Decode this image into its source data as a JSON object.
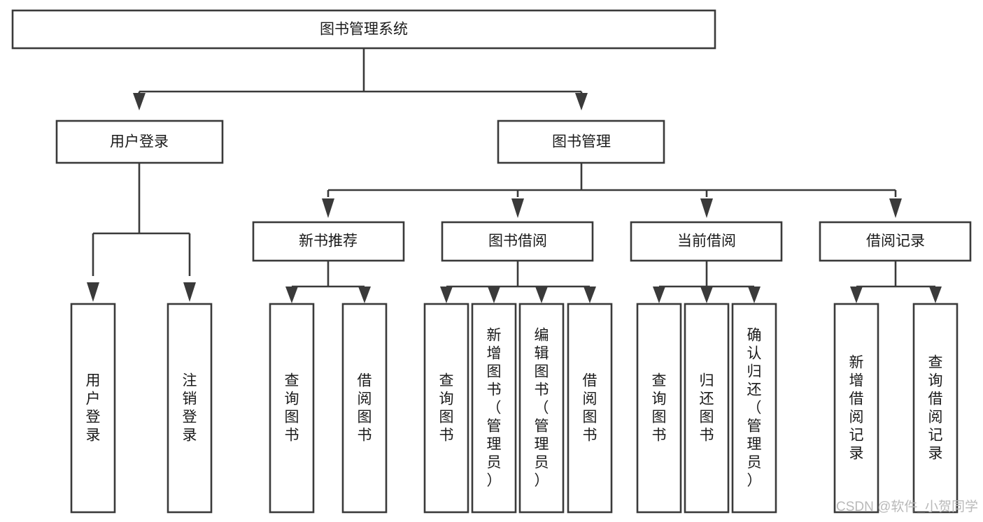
{
  "diagram": {
    "title": "图书管理系统",
    "type": "function-structure-tree",
    "orientation": "top-down",
    "root": {
      "id": "root",
      "label": "图书管理系统",
      "text_orientation": "horizontal"
    },
    "level2": [
      {
        "id": "user-login",
        "label": "用户登录",
        "text_orientation": "horizontal"
      },
      {
        "id": "book-management",
        "label": "图书管理",
        "text_orientation": "horizontal"
      }
    ],
    "level3": [
      {
        "id": "new-book-recommend",
        "label": "新书推荐",
        "text_orientation": "horizontal",
        "parent": "book-management"
      },
      {
        "id": "book-borrow",
        "label": "图书借阅",
        "text_orientation": "horizontal",
        "parent": "book-management"
      },
      {
        "id": "current-borrow",
        "label": "当前借阅",
        "text_orientation": "horizontal",
        "parent": "book-management"
      },
      {
        "id": "borrow-record",
        "label": "借阅记录",
        "text_orientation": "horizontal",
        "parent": "book-management"
      }
    ],
    "leaves": [
      {
        "id": "leaf-user-login",
        "label": "用户登录",
        "text_orientation": "vertical",
        "parent": "user-login"
      },
      {
        "id": "leaf-logout-login",
        "label": "注销登录",
        "text_orientation": "vertical",
        "parent": "user-login"
      },
      {
        "id": "leaf-query-book-1",
        "label": "查询图书",
        "text_orientation": "vertical",
        "parent": "new-book-recommend"
      },
      {
        "id": "leaf-borrow-book-1",
        "label": "借阅图书",
        "text_orientation": "vertical",
        "parent": "new-book-recommend"
      },
      {
        "id": "leaf-query-book-2",
        "label": "查询图书",
        "text_orientation": "vertical",
        "parent": "book-borrow"
      },
      {
        "id": "leaf-add-book-admin",
        "label": "新增图书（管理员）",
        "text_orientation": "vertical",
        "parent": "book-borrow"
      },
      {
        "id": "leaf-edit-book-admin",
        "label": "编辑图书（管理员）",
        "text_orientation": "vertical",
        "parent": "book-borrow"
      },
      {
        "id": "leaf-borrow-book-2",
        "label": "借阅图书",
        "text_orientation": "vertical",
        "parent": "book-borrow"
      },
      {
        "id": "leaf-query-book-3",
        "label": "查询图书",
        "text_orientation": "vertical",
        "parent": "current-borrow"
      },
      {
        "id": "leaf-return-book",
        "label": "归还图书",
        "text_orientation": "vertical",
        "parent": "current-borrow"
      },
      {
        "id": "leaf-confirm-return-admin",
        "label": "确认归还（管理员）",
        "text_orientation": "vertical",
        "parent": "current-borrow"
      },
      {
        "id": "leaf-add-borrow-record",
        "label": "新增借阅记录",
        "text_orientation": "vertical",
        "parent": "borrow-record"
      },
      {
        "id": "leaf-query-borrow-record",
        "label": "查询借阅记录",
        "text_orientation": "vertical",
        "parent": "borrow-record"
      }
    ]
  },
  "watermark": {
    "text": "CSDN @软件_小贺同学"
  },
  "colors": {
    "box_stroke": "#3a3a3a",
    "box_fill": "#ffffff",
    "connector": "#3a3a3a",
    "label": "#1a1a1a",
    "watermark": "#b9b9b9",
    "background": "#ffffff"
  }
}
